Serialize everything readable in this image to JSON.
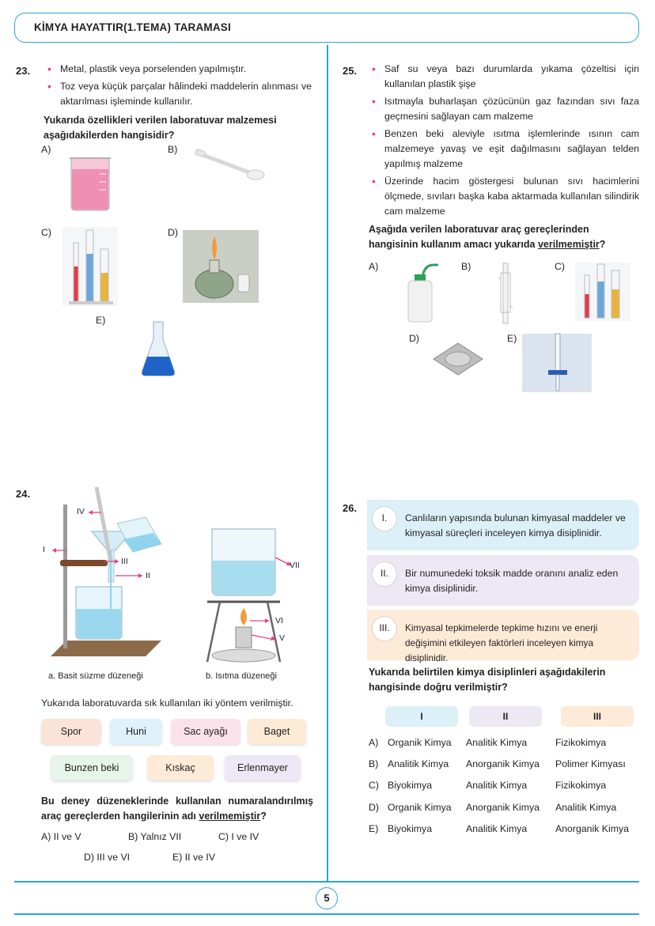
{
  "header": {
    "title": "KİMYA HAYATTIR(1.TEMA) TARAMASI"
  },
  "page_number": "5",
  "q23": {
    "number": "23.",
    "bullets": [
      "Metal, plastik veya porselenden yapılmıştır.",
      "Toz veya küçük parçalar hâlindeki maddelerin alınması ve aktarılması işleminde kullanılır."
    ],
    "stem": "Yukarıda özellikleri verilen laboratuvar malzemesi aşağıdakilerden hangisidir?",
    "options": [
      "A)",
      "B)",
      "C)",
      "D)",
      "E)"
    ]
  },
  "q25": {
    "number": "25.",
    "bullets": [
      "Saf su veya bazı durumlarda yıkama çözeltisi için kullanılan plastik şişe",
      "Isıtmayla buharlaşan çözücünün gaz fazından sıvı faza geçmesini sağlayan cam malzeme",
      "Benzen beki aleviyle ısıtma işlemlerinde ısının cam malzemeye yavaş ve eşit dağılmasını sağlayan telden yapılmış malzeme",
      "Üzerinde hacim göstergesi bulunan sıvı hacimlerini ölçmede, sıvıları başka kaba aktarmada kullanılan silindirik cam malzeme"
    ],
    "stem_part1": "Aşağıda verilen laboratuvar araç gereçlerinden hangisinin kullanım amacı yukarıda ",
    "stem_emph": "verilmemiştir",
    "stem_end": "?",
    "options": [
      "A)",
      "B)",
      "C)",
      "D)",
      "E)"
    ]
  },
  "q24": {
    "number": "24.",
    "labels": [
      "IV",
      "I",
      "III",
      "II",
      "VII",
      "VI",
      "V"
    ],
    "caption_a": "a. Basit süzme düzeneği",
    "caption_b": "b. Isıtma düzeneği",
    "intro": "Yukarıda laboratuvarda sık kullanılan iki yöntem verilmiştir.",
    "tools": [
      "Spor",
      "Huni",
      "Sac ayağı",
      "Baget",
      "Bunzen beki",
      "Kıskaç",
      "Erlenmayer"
    ],
    "stem_part1": "Bu deney düzeneklerinde kullanılan numaralandırılmış araç gereçlerden hangilerinin adı ",
    "stem_emph": "verilmemiştir",
    "stem_end": "?",
    "answers": [
      "A) II ve V",
      "B) Yalnız VII",
      "C) I ve IV",
      "D) III ve VI",
      "E) II ve IV"
    ]
  },
  "q26": {
    "number": "26.",
    "cards": [
      {
        "num": "I.",
        "text": "Canlıların yapısında bulunan kimyasal maddeler ve kimyasal süreçleri inceleyen kimya disiplinidir."
      },
      {
        "num": "II.",
        "text": "Bir numunedeki toksik madde oranını analiz eden kimya disiplinidir."
      },
      {
        "num": "III.",
        "text": "Kimyasal tepkimelerde tepkime hızını ve enerji değişimini etkileyen faktörleri inceleyen kimya disiplinidir."
      }
    ],
    "stem": "Yukarıda belirtilen kimya disiplinleri aşağıdakilerin hangisinde doğru verilmiştir?",
    "col_headers": [
      "I",
      "II",
      "III"
    ],
    "rows": [
      {
        "opt": "A)",
        "c1": "Organik Kimya",
        "c2": "Analitik Kimya",
        "c3": "Fizikokimya"
      },
      {
        "opt": "B)",
        "c1": "Analitik Kimya",
        "c2": "Anorganik Kimya",
        "c3": "Polimer Kimyası"
      },
      {
        "opt": "C)",
        "c1": "Biyokimya",
        "c2": "Analitik Kimya",
        "c3": "Fizikokimya"
      },
      {
        "opt": "D)",
        "c1": "Organik Kimya",
        "c2": "Anorganik Kimya",
        "c3": "Analitik Kimya"
      },
      {
        "opt": "E)",
        "c1": "Biyokimya",
        "c2": "Analitik Kimya",
        "c3": "Anorganik Kimya"
      }
    ]
  },
  "colors": {
    "accent": "#2aa5d2",
    "bullet": "#e8407b",
    "label_arrow": "#e8407b"
  }
}
